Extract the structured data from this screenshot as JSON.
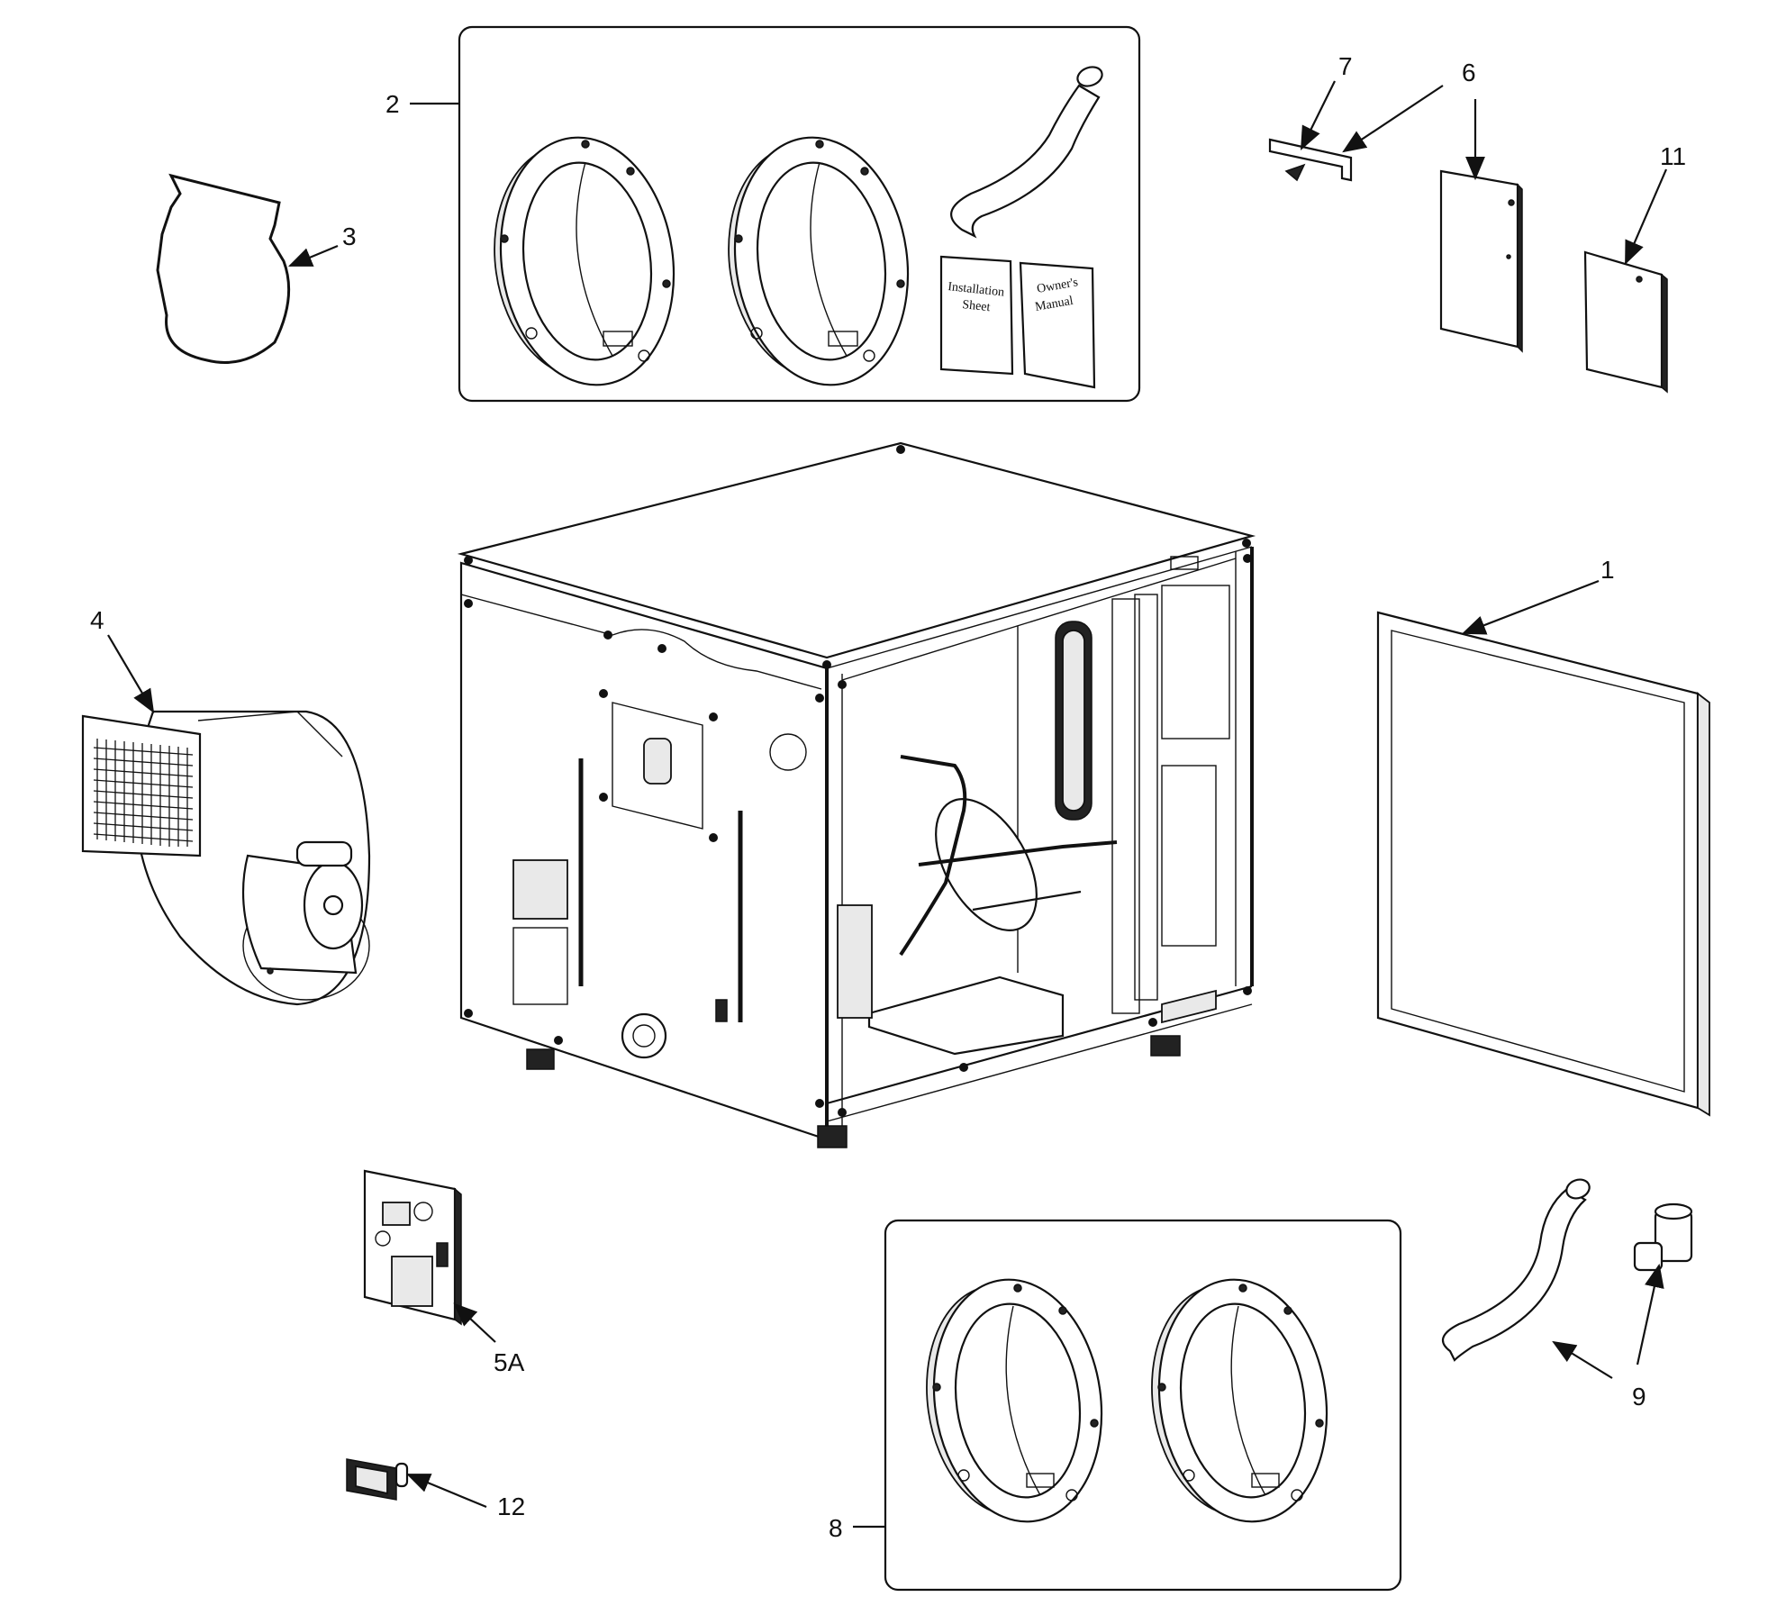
{
  "callouts": {
    "c1": "1",
    "c2": "2",
    "c3": "3",
    "c4": "4",
    "c5a": "5A",
    "c6": "6",
    "c7": "7",
    "c8": "8",
    "c9": "9",
    "c11": "11",
    "c12": "12"
  },
  "documents": {
    "installation_line1": "Installation",
    "installation_line2": "Sheet",
    "owners_line1": "Owner's",
    "owners_line2": "Manual"
  }
}
